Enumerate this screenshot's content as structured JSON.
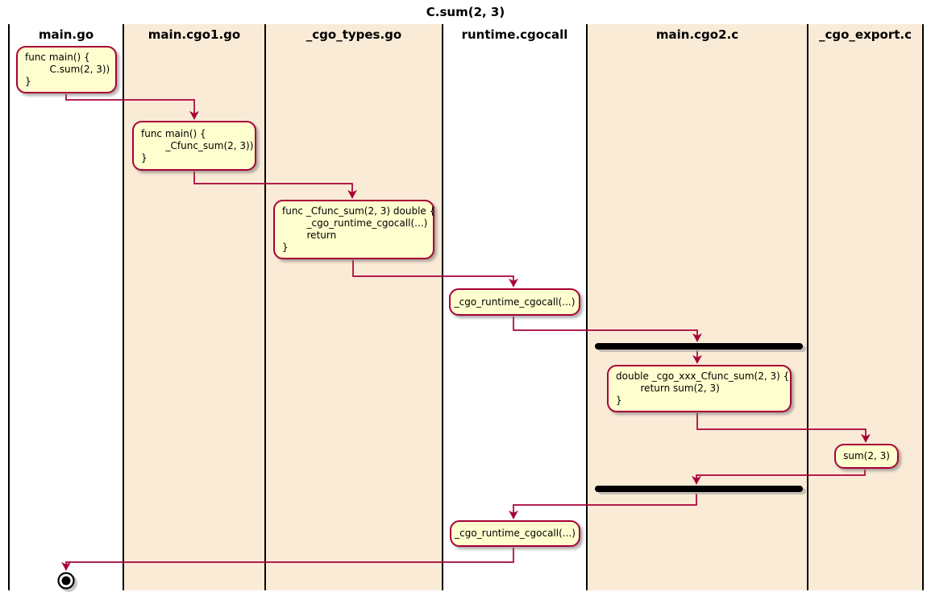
{
  "title": "C.sum(2, 3)",
  "lanes": [
    {
      "label": "main.go"
    },
    {
      "label": "main.cgo1.go"
    },
    {
      "label": "_cgo_types.go"
    },
    {
      "label": "runtime.cgocall"
    },
    {
      "label": "main.cgo2.c"
    },
    {
      "label": "_cgo_export.c"
    }
  ],
  "nodes": [
    {
      "lane": "main.go",
      "lines": [
        "func main() {",
        "        C.sum(2, 3))",
        "}"
      ]
    },
    {
      "lane": "main.cgo1.go",
      "lines": [
        "func main() {",
        "        _Cfunc_sum(2, 3))",
        "}"
      ]
    },
    {
      "lane": "_cgo_types.go",
      "lines": [
        "func _Cfunc_sum(2, 3) double {",
        "        _cgo_runtime_cgocall(...)",
        "        return",
        "}"
      ]
    },
    {
      "lane": "runtime.cgocall",
      "lines": [
        "_cgo_runtime_cgocall(...)"
      ]
    },
    {
      "lane": "main.cgo2.c",
      "lines": [
        "double _cgo_xxx_Cfunc_sum(2, 3) {",
        "        return sum(2, 3)",
        "}"
      ]
    },
    {
      "lane": "_cgo_export.c",
      "lines": [
        "sum(2, 3)"
      ]
    },
    {
      "lane": "runtime.cgocall",
      "lines": [
        "_cgo_runtime_cgocall(...)"
      ]
    }
  ],
  "sync_bars": 2,
  "end_node": true,
  "colors": {
    "accent": "#A80036",
    "node_fill": "#FEFECE",
    "lane_fill": "#FAEBD7",
    "separator": "#000000",
    "bar": "#000000"
  }
}
